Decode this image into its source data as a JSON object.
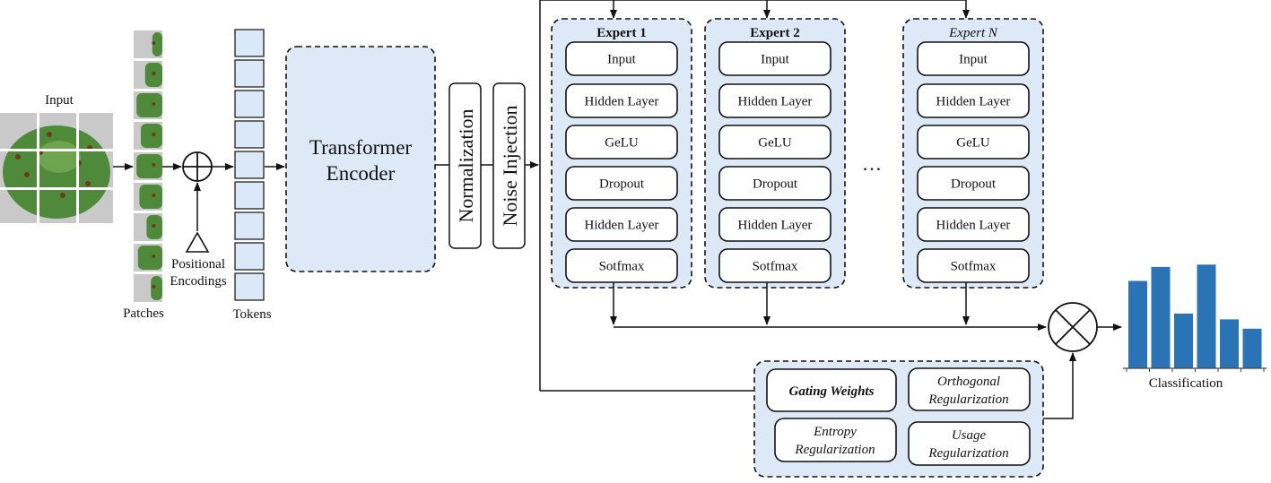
{
  "input_label": "Input",
  "patches_label": "Patches",
  "positional_label": [
    "Positional",
    "Encodings"
  ],
  "tokens_label": "Tokens",
  "encoder_label": [
    "Transformer",
    "Encoder"
  ],
  "normalization_label": "Normalization",
  "noise_label": "Noise Injection",
  "experts": [
    {
      "title": "Expert 1",
      "title_style": "bold",
      "layers": [
        "Input",
        "Hidden Layer",
        "GeLU",
        "Dropout",
        "Hidden Layer",
        "Sotfmax"
      ]
    },
    {
      "title": "Expert 2",
      "title_style": "bold",
      "layers": [
        "Input",
        "Hidden Layer",
        "GeLU",
        "Dropout",
        "Hidden Layer",
        "Sotfmax"
      ]
    },
    {
      "title": "Expert N",
      "title_style": "italic",
      "layers": [
        "Input",
        "Hidden Layer",
        "GeLU",
        "Dropout",
        "Hidden Layer",
        "Sotfmax"
      ]
    }
  ],
  "ellipsis": "…",
  "gating": {
    "gating_weights": "Gating Weights",
    "orthogonal": [
      "Orthogonal",
      "Regularization"
    ],
    "entropy": [
      "Entropy",
      "Regularization"
    ],
    "usage": [
      "Usage",
      "Regularization"
    ]
  },
  "classification_label": "Classification",
  "classification_values": [
    0.75,
    0.87,
    0.47,
    0.89,
    0.42,
    0.34
  ],
  "colors": {
    "panel_fill": "#dde9f7",
    "token_fill": "#dae8f8",
    "bar_fill": "#2a73b5",
    "leaf_green": "#4f8a3a",
    "leaf_bg": "#c9c9c9"
  }
}
